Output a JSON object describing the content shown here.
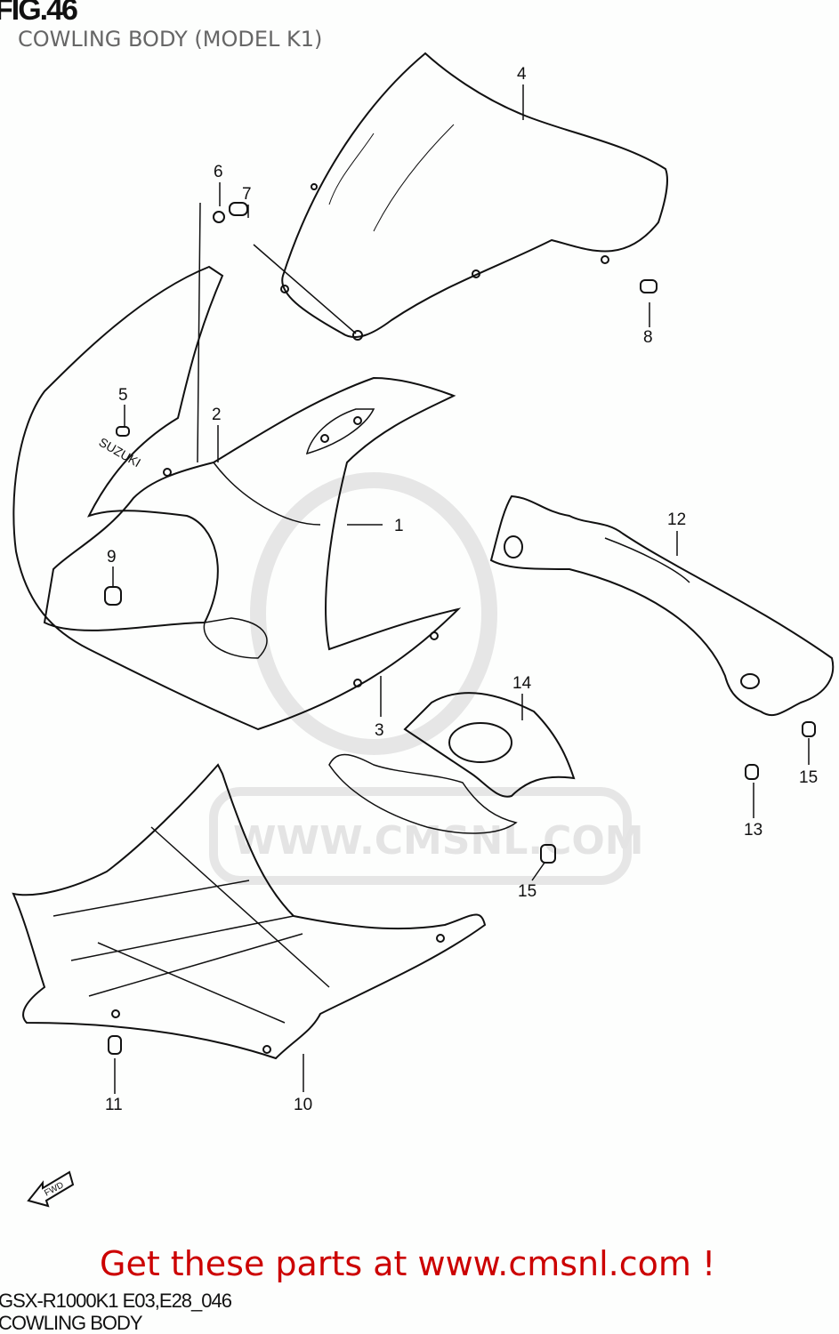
{
  "header": {
    "figure": "FIG.46",
    "subtitle": "COWLING BODY (MODEL K1)"
  },
  "footer": {
    "code": "GSX-R1000K1 E03,E28_046",
    "name": "COWLING BODY",
    "promo": "Get these parts at www.cmsnl.com !"
  },
  "diagram": {
    "brand_mark": "SUZUKI",
    "watermark": "WWW.CMSNL.COM",
    "direction_label": "FWD",
    "callouts": [
      "1",
      "2",
      "3",
      "4",
      "5",
      "6",
      "7",
      "8",
      "9",
      "10",
      "11",
      "12",
      "13",
      "14",
      "15",
      "15"
    ]
  },
  "colors": {
    "promo": "#cc0000",
    "line": "#111111",
    "watermark": "#e4e4e4"
  }
}
